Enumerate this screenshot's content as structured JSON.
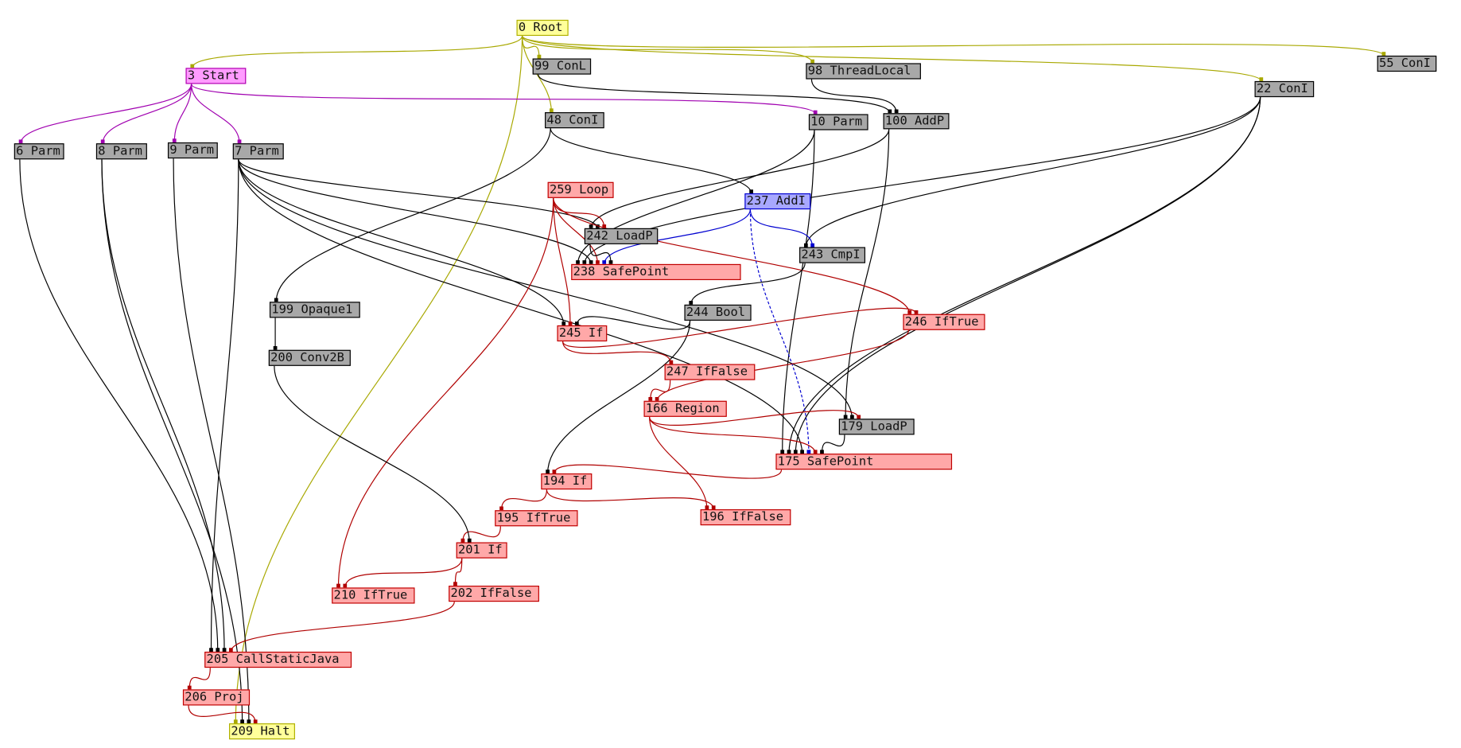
{
  "colors": {
    "control": "#b00000",
    "data": "#000000",
    "root": "#a8a800",
    "start": "#a000b0",
    "int": "#0000d0"
  },
  "nodes": [
    {
      "id": "0",
      "label": "0 Root",
      "kind": "root"
    },
    {
      "id": "3",
      "label": "3 Start",
      "kind": "start"
    },
    {
      "id": "99",
      "label": "99 ConL",
      "kind": "data"
    },
    {
      "id": "98",
      "label": "98 ThreadLocal",
      "kind": "data"
    },
    {
      "id": "55",
      "label": "55 ConI",
      "kind": "data"
    },
    {
      "id": "22",
      "label": "22 ConI",
      "kind": "data"
    },
    {
      "id": "48",
      "label": "48 ConI",
      "kind": "data"
    },
    {
      "id": "10",
      "label": "10 Parm",
      "kind": "data"
    },
    {
      "id": "100",
      "label": "100 AddP",
      "kind": "data"
    },
    {
      "id": "6",
      "label": "6 Parm",
      "kind": "data"
    },
    {
      "id": "8",
      "label": "8 Parm",
      "kind": "data"
    },
    {
      "id": "9",
      "label": "9 Parm",
      "kind": "data"
    },
    {
      "id": "7",
      "label": "7 Parm",
      "kind": "data"
    },
    {
      "id": "259",
      "label": "259 Loop",
      "kind": "ctrl"
    },
    {
      "id": "237",
      "label": "237 AddI",
      "kind": "int"
    },
    {
      "id": "242",
      "label": "242 LoadP",
      "kind": "data"
    },
    {
      "id": "243",
      "label": "243 CmpI",
      "kind": "data"
    },
    {
      "id": "238",
      "label": "238 SafePoint",
      "kind": "ctrl"
    },
    {
      "id": "199",
      "label": "199 Opaque1",
      "kind": "data"
    },
    {
      "id": "244",
      "label": "244 Bool",
      "kind": "data"
    },
    {
      "id": "246",
      "label": "246 IfTrue",
      "kind": "ctrl"
    },
    {
      "id": "245",
      "label": "245 If",
      "kind": "ctrl"
    },
    {
      "id": "200",
      "label": "200 Conv2B",
      "kind": "data"
    },
    {
      "id": "247",
      "label": "247 IfFalse",
      "kind": "ctrl"
    },
    {
      "id": "166",
      "label": "166 Region",
      "kind": "ctrl"
    },
    {
      "id": "179",
      "label": "179 LoadP",
      "kind": "data"
    },
    {
      "id": "175",
      "label": "175 SafePoint",
      "kind": "ctrl"
    },
    {
      "id": "194",
      "label": "194 If",
      "kind": "ctrl"
    },
    {
      "id": "195",
      "label": "195 IfTrue",
      "kind": "ctrl"
    },
    {
      "id": "196",
      "label": "196 IfFalse",
      "kind": "ctrl"
    },
    {
      "id": "201",
      "label": "201 If",
      "kind": "ctrl"
    },
    {
      "id": "210",
      "label": "210 IfTrue",
      "kind": "ctrl"
    },
    {
      "id": "202",
      "label": "202 IfFalse",
      "kind": "ctrl"
    },
    {
      "id": "205",
      "label": "205 CallStaticJava",
      "kind": "ctrl"
    },
    {
      "id": "206",
      "label": "206 Proj",
      "kind": "ctrl"
    },
    {
      "id": "209",
      "label": "209 Halt",
      "kind": "root"
    }
  ],
  "edges": [
    [
      "0",
      "3",
      "root"
    ],
    [
      "0",
      "99",
      "root"
    ],
    [
      "0",
      "98",
      "root"
    ],
    [
      "0",
      "55",
      "root"
    ],
    [
      "0",
      "22",
      "root"
    ],
    [
      "0",
      "48",
      "root"
    ],
    [
      "0",
      "209",
      "root"
    ],
    [
      "3",
      "6",
      "start"
    ],
    [
      "3",
      "8",
      "start"
    ],
    [
      "3",
      "9",
      "start"
    ],
    [
      "3",
      "7",
      "start"
    ],
    [
      "3",
      "10",
      "start"
    ],
    [
      "99",
      "100",
      "data"
    ],
    [
      "98",
      "100",
      "data"
    ],
    [
      "10",
      "238",
      "data"
    ],
    [
      "10",
      "175",
      "data"
    ],
    [
      "100",
      "242",
      "data"
    ],
    [
      "100",
      "179",
      "data"
    ],
    [
      "48",
      "199",
      "data"
    ],
    [
      "48",
      "237",
      "data"
    ],
    [
      "22",
      "238",
      "data"
    ],
    [
      "22",
      "243",
      "data"
    ],
    [
      "22",
      "175",
      "data"
    ],
    [
      "22",
      "175",
      "data"
    ],
    [
      "7",
      "242",
      "data"
    ],
    [
      "7",
      "238",
      "data"
    ],
    [
      "7",
      "245",
      "data"
    ],
    [
      "7",
      "179",
      "data"
    ],
    [
      "7",
      "175",
      "data"
    ],
    [
      "7",
      "205",
      "data"
    ],
    [
      "6",
      "205",
      "data"
    ],
    [
      "8",
      "205",
      "data"
    ],
    [
      "8",
      "209",
      "data"
    ],
    [
      "9",
      "209",
      "data"
    ],
    [
      "259",
      "242",
      "control"
    ],
    [
      "259",
      "238",
      "control"
    ],
    [
      "259",
      "246",
      "control"
    ],
    [
      "259",
      "210",
      "control"
    ],
    [
      "259",
      "245",
      "control"
    ],
    [
      "237",
      "238",
      "int"
    ],
    [
      "237",
      "243",
      "int"
    ],
    [
      "237",
      "175",
      "int"
    ],
    [
      "242",
      "238",
      "data"
    ],
    [
      "243",
      "244",
      "data"
    ],
    [
      "244",
      "245",
      "data"
    ],
    [
      "244",
      "194",
      "data"
    ],
    [
      "245",
      "246",
      "control"
    ],
    [
      "245",
      "247",
      "control"
    ],
    [
      "247",
      "166",
      "control"
    ],
    [
      "246",
      "166",
      "control"
    ],
    [
      "166",
      "179",
      "control"
    ],
    [
      "166",
      "175",
      "control"
    ],
    [
      "166",
      "196",
      "control"
    ],
    [
      "179",
      "175",
      "data"
    ],
    [
      "175",
      "194",
      "control"
    ],
    [
      "194",
      "195",
      "control"
    ],
    [
      "194",
      "196",
      "control"
    ],
    [
      "195",
      "201",
      "control"
    ],
    [
      "199",
      "200",
      "data"
    ],
    [
      "200",
      "201",
      "data"
    ],
    [
      "201",
      "210",
      "control"
    ],
    [
      "201",
      "202",
      "control"
    ],
    [
      "202",
      "205",
      "control"
    ],
    [
      "205",
      "206",
      "control"
    ],
    [
      "206",
      "209",
      "control"
    ]
  ]
}
